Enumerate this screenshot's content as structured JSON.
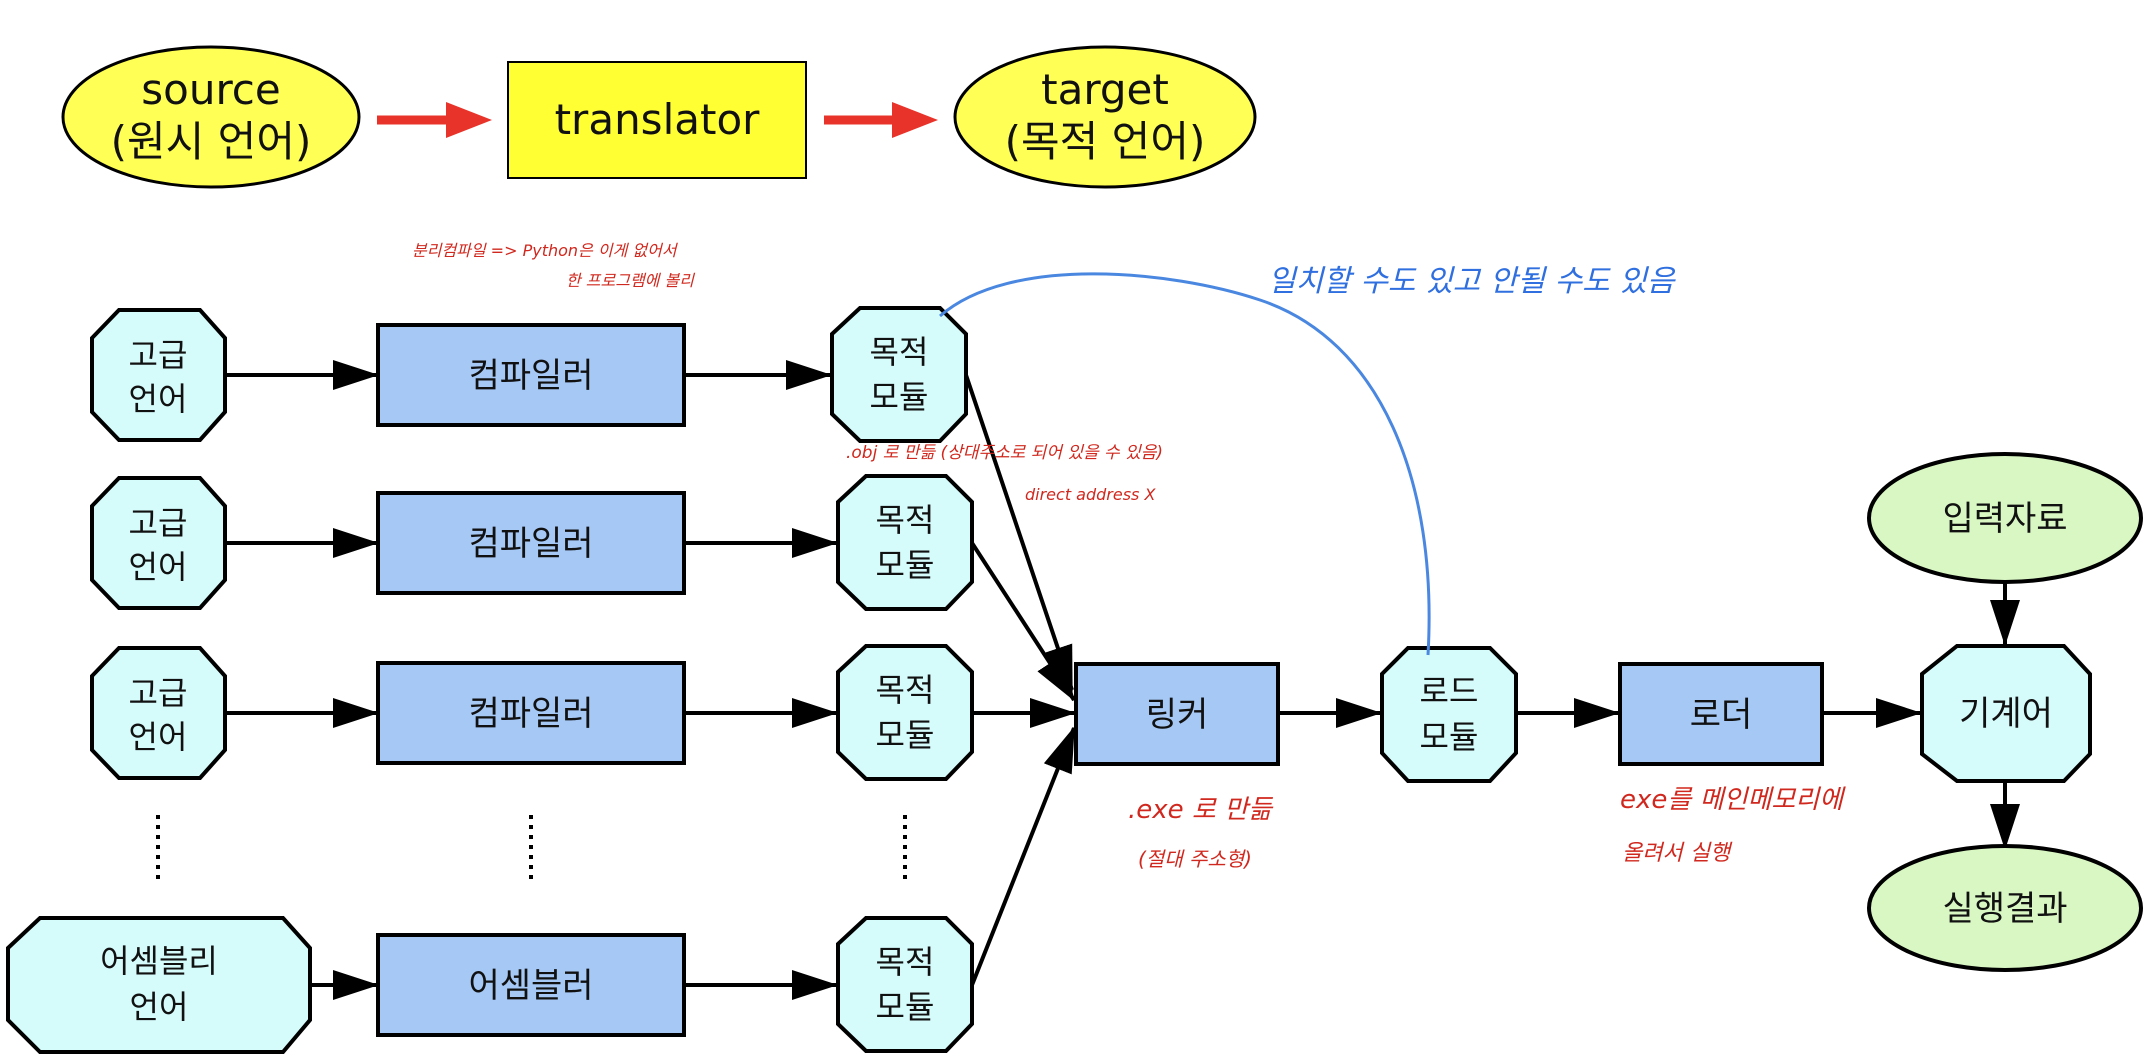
{
  "header": {
    "source_line1": "source",
    "source_line2": "(원시 언어)",
    "translator": "translator",
    "target_line1": "target",
    "target_line2": "(목적 언어)"
  },
  "sources": [
    {
      "line1": "고급",
      "line2": "언어"
    },
    {
      "line1": "고급",
      "line2": "언어"
    },
    {
      "line1": "고급",
      "line2": "언어"
    },
    {
      "line1": "어셈블리",
      "line2": "언어"
    }
  ],
  "compilers": [
    "컴파일러",
    "컴파일러",
    "컴파일러",
    "어셈블러"
  ],
  "object_modules": [
    {
      "line1": "목적",
      "line2": "모듈"
    },
    {
      "line1": "목적",
      "line2": "모듈"
    },
    {
      "line1": "목적",
      "line2": "모듈"
    },
    {
      "line1": "목적",
      "line2": "모듈"
    }
  ],
  "linker": "링커",
  "load_module": {
    "line1": "로드",
    "line2": "모듈"
  },
  "loader": "로더",
  "machine_code": "기계어",
  "input_data": "입력자료",
  "result": "실행결과",
  "annotations": {
    "note1_line1": "분리컴파일 => Python은 이게 없어서",
    "note1_line2": "한 프로그램에 볼리",
    "note2": ".obj 로 만듦 (상대주소로 되어 있을 수 있음)",
    "note3": "direct address X",
    "note4": "일치할 수도 있고 안될 수도 있음",
    "note5_line1": ".exe 로 만듦",
    "note5_line2": "(절대 주소형)",
    "note6_line1": "exe를 메인메모리에",
    "note6_line2": "올려서 실행"
  },
  "colors": {
    "ellipse_yellow": "#ffff55",
    "box_yellow": "#ffff33",
    "box_blue": "#a6c8f5",
    "octagon_cyan": "#d6fbfb",
    "ellipse_green": "#d9f7c3",
    "arrow_red": "#e8332a",
    "annotation_red": "#d0281e",
    "annotation_blue": "#2f6fdf",
    "curve_blue": "#4a87e0"
  }
}
